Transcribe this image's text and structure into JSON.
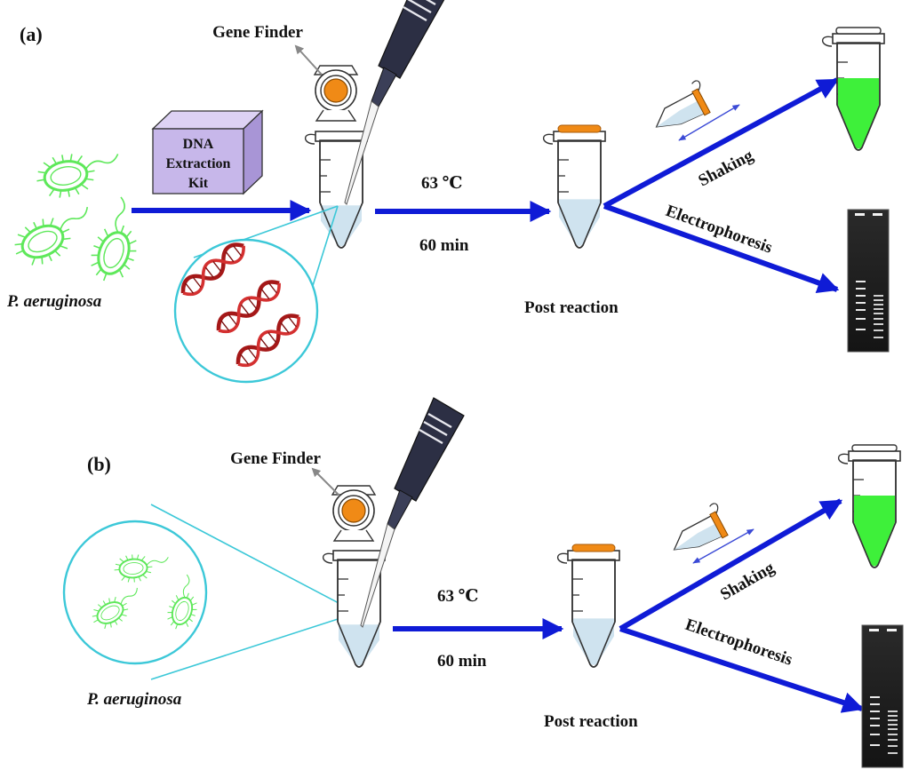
{
  "panel_a": {
    "letter": "(a)",
    "gene_finder": "Gene Finder",
    "kit_line1": "DNA",
    "kit_line2": "Extraction",
    "kit_line3": "Kit",
    "organism": "P. aeruginosa",
    "temp": "63 ℃",
    "time": "60 min",
    "post": "Post reaction",
    "shaking": "Shaking",
    "electro": "Electrophoresis"
  },
  "panel_b": {
    "letter": "(b)",
    "gene_finder": "Gene Finder",
    "organism": "P. aeruginosa",
    "temp": "63 ℃",
    "time": "60 min",
    "post": "Post reaction",
    "shaking": "Shaking",
    "electro": "Electrophoresis"
  },
  "colors": {
    "arrow": "#0f1bd6",
    "bacteria": "#5ee85a",
    "circle": "#3cc8d8",
    "positive": "#3ef03a",
    "liquid": "#cfe3ef",
    "cap_orange": "#f08a16",
    "dna": "#a51818",
    "kit": "#c7b7ea"
  }
}
